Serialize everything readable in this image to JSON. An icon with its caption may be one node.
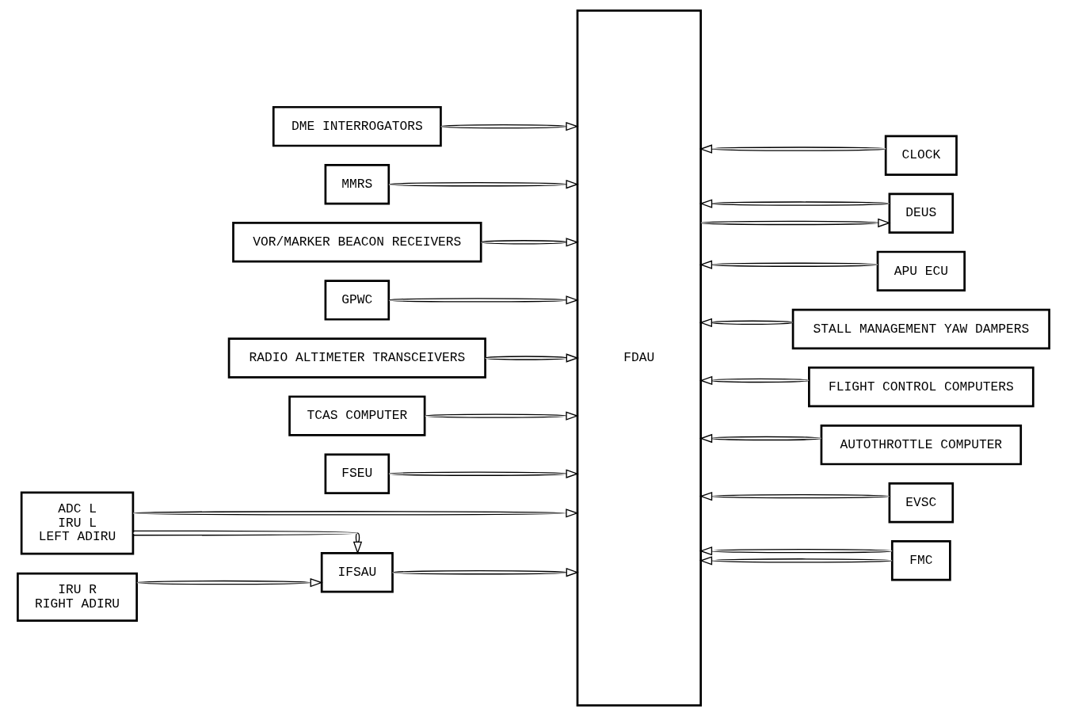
{
  "diagram": {
    "nodes": [
      {
        "text": [
          "FDAU"
        ]
      },
      {
        "text": [
          "DME INTERROGATORS"
        ]
      },
      {
        "text": [
          "MMRS"
        ]
      },
      {
        "text": [
          "VOR/MARKER BEACON RECEIVERS"
        ]
      },
      {
        "text": [
          "GPWC"
        ]
      },
      {
        "text": [
          "RADIO ALTIMETER TRANSCEIVERS"
        ]
      },
      {
        "text": [
          "TCAS COMPUTER"
        ]
      },
      {
        "text": [
          "FSEU"
        ]
      },
      {
        "text": [
          "ADC L",
          "IRU L",
          "LEFT ADIRU"
        ]
      },
      {
        "text": [
          "IFSAU"
        ]
      },
      {
        "text": [
          "IRU R",
          "RIGHT ADIRU"
        ]
      },
      {
        "text": [
          "CLOCK"
        ]
      },
      {
        "text": [
          "DEUS"
        ]
      },
      {
        "text": [
          "APU ECU"
        ]
      },
      {
        "text": [
          "STALL MANAGEMENT YAW DAMPERS"
        ]
      },
      {
        "text": [
          "FLIGHT CONTROL COMPUTERS"
        ]
      },
      {
        "text": [
          "AUTOTHROTTLE COMPUTER"
        ]
      },
      {
        "text": [
          "EVSC"
        ]
      },
      {
        "text": [
          "FMC"
        ]
      }
    ],
    "edges": [
      {
        "from": 1,
        "to": 0,
        "arrow": "to"
      },
      {
        "from": 2,
        "to": 0,
        "arrow": "to"
      },
      {
        "from": 3,
        "to": 0,
        "arrow": "to"
      },
      {
        "from": 4,
        "to": 0,
        "arrow": "to"
      },
      {
        "from": 5,
        "to": 0,
        "arrow": "to"
      },
      {
        "from": 6,
        "to": 0,
        "arrow": "to"
      },
      {
        "from": 7,
        "to": 0,
        "arrow": "to"
      },
      {
        "from": 8,
        "to": 0,
        "arrow": "to"
      },
      {
        "from": 8,
        "to": 9,
        "arrow": "to"
      },
      {
        "from": 10,
        "to": 9,
        "arrow": "to"
      },
      {
        "from": 9,
        "to": 0,
        "arrow": "to"
      },
      {
        "from": 11,
        "to": 0,
        "arrow": "to"
      },
      {
        "from": 12,
        "to": 0,
        "arrow": "to"
      },
      {
        "from": 0,
        "to": 12,
        "arrow": "to"
      },
      {
        "from": 13,
        "to": 0,
        "arrow": "to"
      },
      {
        "from": 14,
        "to": 0,
        "arrow": "to"
      },
      {
        "from": 15,
        "to": 0,
        "arrow": "to"
      },
      {
        "from": 16,
        "to": 0,
        "arrow": "to"
      },
      {
        "from": 17,
        "to": 0,
        "arrow": "to"
      },
      {
        "from": 18,
        "to": 0,
        "arrow": "to"
      },
      {
        "from": 18,
        "to": 0,
        "arrow": "to"
      }
    ]
  }
}
